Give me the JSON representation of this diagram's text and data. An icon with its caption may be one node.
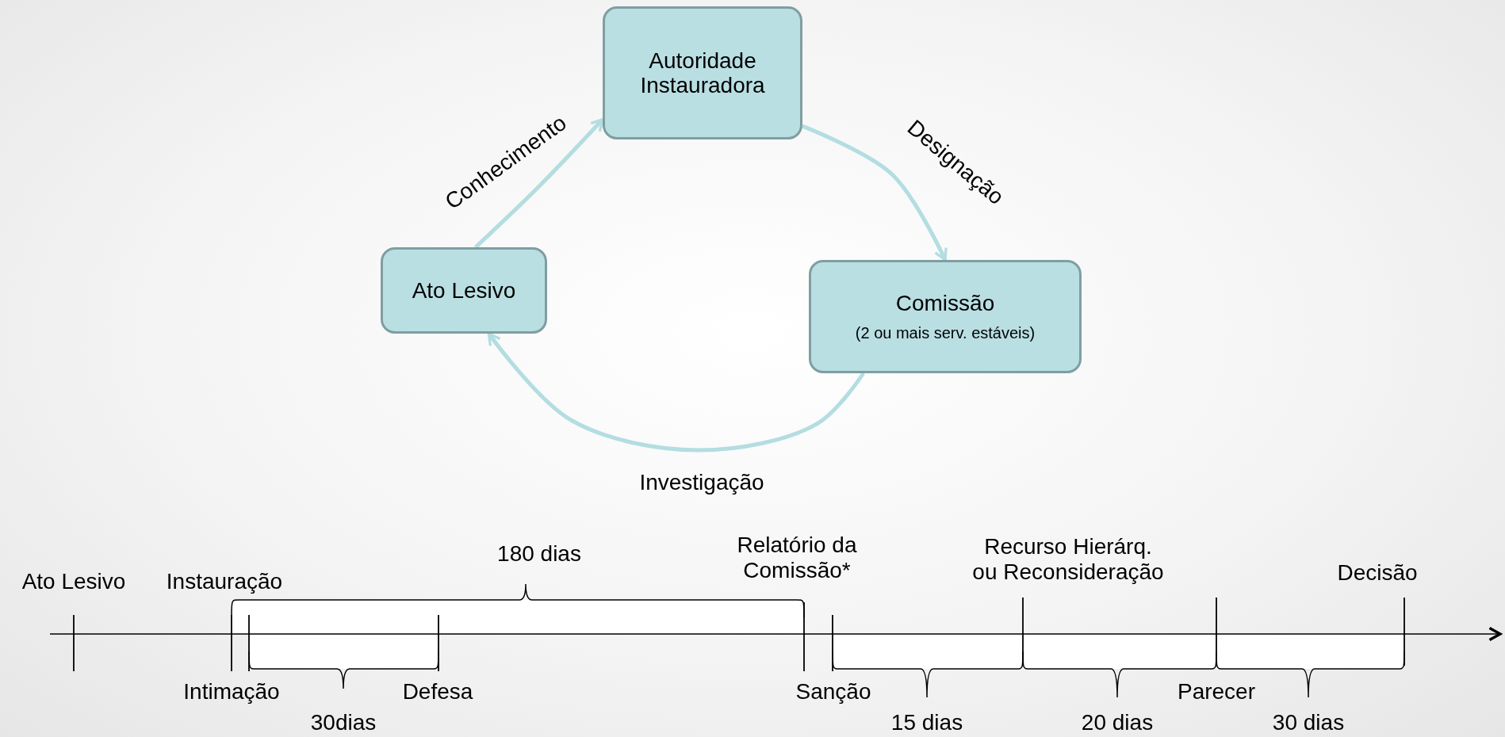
{
  "diagram": {
    "nodes": [
      {
        "text": [
          "Autoridade Instauradora"
        ]
      },
      {
        "text": [
          "Ato Lesivo"
        ]
      },
      {
        "text": [
          "Comissão",
          "(2 ou mais serv. estáveis)"
        ]
      }
    ],
    "edges": [
      {
        "from": 1,
        "to": 0,
        "arrow": "to",
        "label": "Conhecimento"
      },
      {
        "from": 0,
        "to": 2,
        "arrow": "to",
        "label": "Designação"
      },
      {
        "from": 2,
        "to": 1,
        "arrow": "to",
        "label": "Investigação"
      }
    ],
    "labels": [
      "180 dias",
      "Relatório da Comissão*",
      "Recurso Hierárq. ou Reconsideração",
      "Ato Lesivo",
      "Instauração",
      "Decisão",
      "Intimação",
      "Defesa",
      "Sanção",
      "Parecer",
      "30dias",
      "15 dias",
      "20 dias",
      "30 dias"
    ]
  }
}
